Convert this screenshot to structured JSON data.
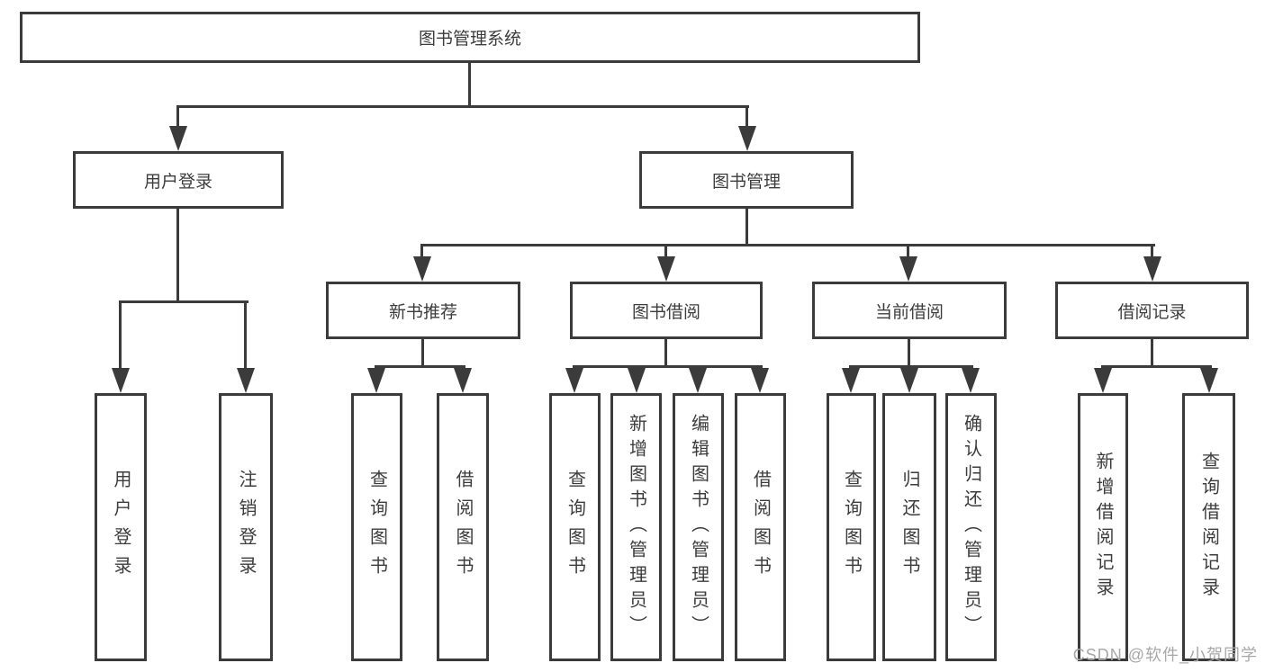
{
  "diagram": {
    "root": {
      "label": "图书管理系统"
    },
    "branches": [
      {
        "label": "用户登录",
        "children": [
          {
            "label": "用户登录"
          },
          {
            "label": "注销登录"
          }
        ]
      },
      {
        "label": "图书管理",
        "children": [
          {
            "label": "新书推荐",
            "children": [
              {
                "label": "查询图书"
              },
              {
                "label": "借阅图书"
              }
            ]
          },
          {
            "label": "图书借阅",
            "children": [
              {
                "label": "查询图书"
              },
              {
                "label": "新增图书（管理员）"
              },
              {
                "label": "编辑图书（管理员）"
              },
              {
                "label": "借阅图书"
              }
            ]
          },
          {
            "label": "当前借阅",
            "children": [
              {
                "label": "查询图书"
              },
              {
                "label": "归还图书"
              },
              {
                "label": "确认归还（管理员）"
              }
            ]
          },
          {
            "label": "借阅记录",
            "children": [
              {
                "label": "新增借阅记录"
              },
              {
                "label": "查询借阅记录"
              }
            ]
          }
        ]
      }
    ]
  },
  "watermark": {
    "text": "CSDN @软件_小贺同学"
  },
  "colors": {
    "line": "#3b3b3b",
    "text": "#3c3c3c",
    "watermark": "#a8a8a8",
    "background": "#ffffff"
  }
}
